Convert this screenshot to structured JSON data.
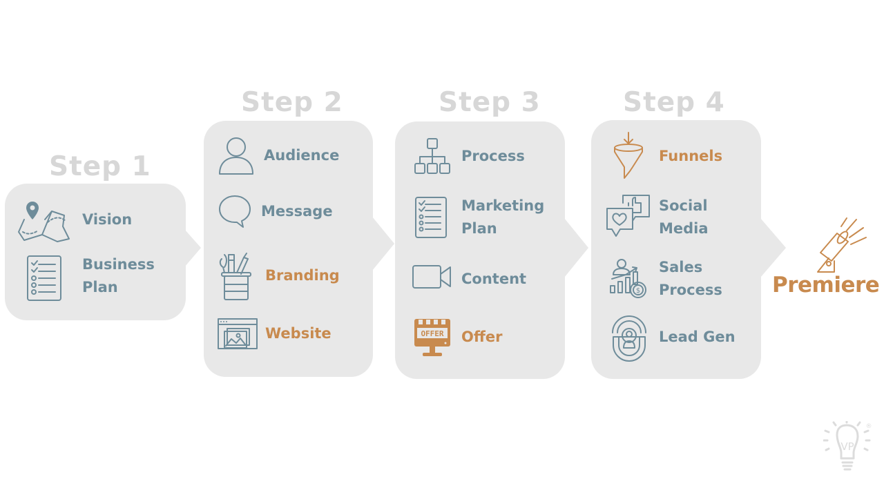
{
  "colors": {
    "primary_text": "#6e8c9a",
    "accent": "#c88a4e",
    "step_title": "#d7d7d7",
    "box_background": "#e8e8e8"
  },
  "steps": [
    {
      "title": "Step 1",
      "items": [
        {
          "label": "Vision",
          "icon": "map-pin-icon",
          "highlight": false
        },
        {
          "label": "Business\nPlan",
          "label_lines": [
            "Business",
            "Plan"
          ],
          "icon": "checklist-icon",
          "highlight": false
        }
      ]
    },
    {
      "title": "Step 2",
      "items": [
        {
          "label": "Audience",
          "icon": "user-icon",
          "highlight": false
        },
        {
          "label": "Message",
          "icon": "speech-bubble-icon",
          "highlight": false
        },
        {
          "label": "Branding",
          "icon": "pencil-cup-icon",
          "highlight": true
        },
        {
          "label": "Website",
          "icon": "browser-image-icon",
          "highlight": true
        }
      ]
    },
    {
      "title": "Step 3",
      "items": [
        {
          "label": "Process",
          "icon": "org-chart-icon",
          "highlight": false
        },
        {
          "label": "Marketing\nPlan",
          "label_lines": [
            "Marketing",
            "Plan"
          ],
          "icon": "checklist-icon",
          "highlight": false
        },
        {
          "label": "Content",
          "icon": "video-camera-icon",
          "highlight": false
        },
        {
          "label": "Offer",
          "icon": "offer-store-icon",
          "icon_text": "OFFER",
          "highlight": true
        }
      ]
    },
    {
      "title": "Step 4",
      "items": [
        {
          "label": "Funnels",
          "icon": "funnel-icon",
          "highlight": true
        },
        {
          "label": "Social\nMedia",
          "label_lines": [
            "Social",
            "Media"
          ],
          "icon": "social-reactions-icon",
          "highlight": false
        },
        {
          "label": "Sales\nProcess",
          "label_lines": [
            "Sales",
            "Process"
          ],
          "icon": "sales-growth-icon",
          "highlight": false
        },
        {
          "label": "Lead Gen",
          "icon": "magnet-lead-icon",
          "highlight": false
        }
      ]
    }
  ],
  "final": {
    "label": "Premiere",
    "icon": "spotlight-icon"
  },
  "logo": {
    "text": "VP",
    "mark": "®",
    "icon": "lightbulb-logo-icon"
  }
}
